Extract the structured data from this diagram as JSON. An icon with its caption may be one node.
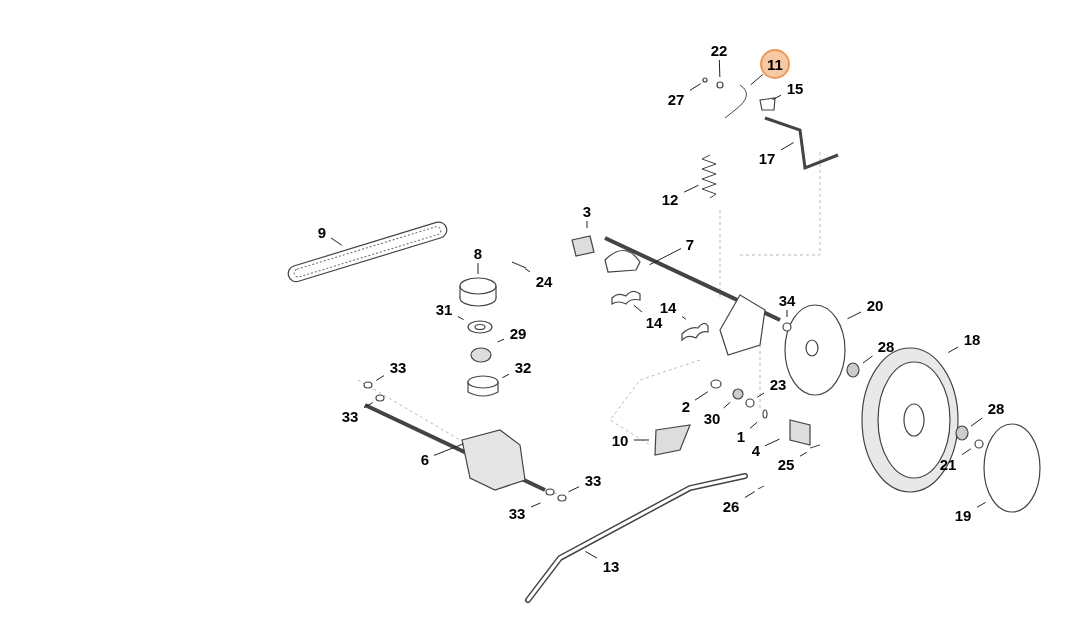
{
  "diagram": {
    "nodes": [
      {
        "text": [
          "22"
        ]
      },
      {
        "text": [
          "11"
        ]
      },
      {
        "text": [
          "27"
        ]
      },
      {
        "text": [
          "15"
        ]
      },
      {
        "text": [
          "17"
        ]
      },
      {
        "text": [
          "12"
        ]
      },
      {
        "text": [
          "3"
        ]
      },
      {
        "text": [
          "9"
        ]
      },
      {
        "text": [
          "7"
        ]
      },
      {
        "text": [
          "8"
        ]
      },
      {
        "text": [
          "24"
        ]
      },
      {
        "text": [
          "34"
        ]
      },
      {
        "text": [
          "20"
        ]
      },
      {
        "text": [
          "14"
        ]
      },
      {
        "text": [
          "31"
        ]
      },
      {
        "text": [
          "14"
        ]
      },
      {
        "text": [
          "29"
        ]
      },
      {
        "text": [
          "18"
        ]
      },
      {
        "text": [
          "28"
        ]
      },
      {
        "text": [
          "33"
        ]
      },
      {
        "text": [
          "32"
        ]
      },
      {
        "text": [
          "23"
        ]
      },
      {
        "text": [
          "2"
        ]
      },
      {
        "text": [
          "28"
        ]
      },
      {
        "text": [
          "33"
        ]
      },
      {
        "text": [
          "30"
        ]
      },
      {
        "text": [
          "1"
        ]
      },
      {
        "text": [
          "10"
        ]
      },
      {
        "text": [
          "4"
        ]
      },
      {
        "text": [
          "6"
        ]
      },
      {
        "text": [
          "21"
        ]
      },
      {
        "text": [
          "25"
        ]
      },
      {
        "text": [
          "33"
        ]
      },
      {
        "text": [
          "26"
        ]
      },
      {
        "text": [
          "33"
        ]
      },
      {
        "text": [
          "19"
        ]
      },
      {
        "text": [
          "13"
        ]
      }
    ],
    "edges": [
      {
        "from": 0,
        "to": null,
        "arrow": "none"
      },
      {
        "from": 1,
        "to": null,
        "arrow": "none"
      },
      {
        "from": 2,
        "to": null,
        "arrow": "none"
      },
      {
        "from": 3,
        "to": null,
        "arrow": "none"
      },
      {
        "from": 4,
        "to": null,
        "arrow": "none"
      },
      {
        "from": 5,
        "to": null,
        "arrow": "none"
      },
      {
        "from": 6,
        "to": null,
        "arrow": "none"
      },
      {
        "from": 7,
        "to": null,
        "arrow": "none"
      },
      {
        "from": 8,
        "to": null,
        "arrow": "none"
      },
      {
        "from": 9,
        "to": null,
        "arrow": "none"
      },
      {
        "from": 10,
        "to": null,
        "arrow": "none"
      },
      {
        "from": 11,
        "to": null,
        "arrow": "none"
      },
      {
        "from": 12,
        "to": null,
        "arrow": "none"
      },
      {
        "from": 13,
        "to": null,
        "arrow": "none"
      },
      {
        "from": 14,
        "to": null,
        "arrow": "none"
      },
      {
        "from": 15,
        "to": null,
        "arrow": "none"
      },
      {
        "from": 16,
        "to": null,
        "arrow": "none"
      },
      {
        "from": 17,
        "to": null,
        "arrow": "none"
      },
      {
        "from": 18,
        "to": null,
        "arrow": "none"
      },
      {
        "from": 19,
        "to": null,
        "arrow": "none"
      },
      {
        "from": 20,
        "to": null,
        "arrow": "none"
      },
      {
        "from": 21,
        "to": null,
        "arrow": "none"
      },
      {
        "from": 22,
        "to": null,
        "arrow": "none"
      },
      {
        "from": 23,
        "to": null,
        "arrow": "none"
      },
      {
        "from": 24,
        "to": null,
        "arrow": "none"
      },
      {
        "from": 25,
        "to": null,
        "arrow": "none"
      },
      {
        "from": 26,
        "to": null,
        "arrow": "none"
      },
      {
        "from": 27,
        "to": null,
        "arrow": "none"
      },
      {
        "from": 28,
        "to": null,
        "arrow": "none"
      },
      {
        "from": 29,
        "to": null,
        "arrow": "none"
      },
      {
        "from": 30,
        "to": null,
        "arrow": "none"
      },
      {
        "from": 31,
        "to": null,
        "arrow": "none"
      },
      {
        "from": 32,
        "to": null,
        "arrow": "none"
      },
      {
        "from": 33,
        "to": null,
        "arrow": "none"
      },
      {
        "from": 34,
        "to": null,
        "arrow": "none"
      },
      {
        "from": 35,
        "to": null,
        "arrow": "none"
      },
      {
        "from": 36,
        "to": null,
        "arrow": "none"
      }
    ]
  }
}
